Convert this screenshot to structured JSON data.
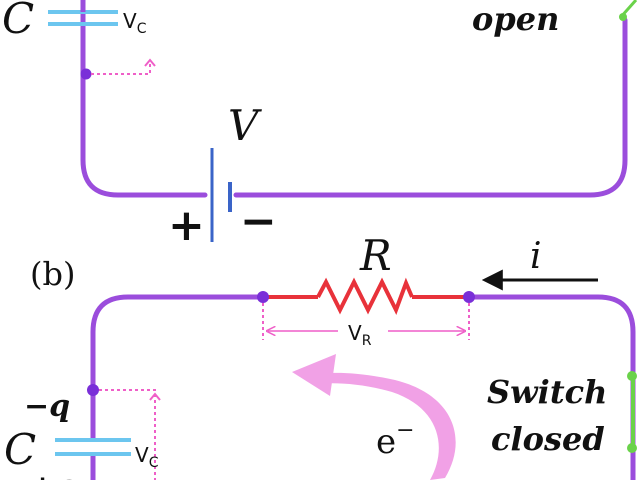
{
  "colors": {
    "wire": "#9b4ddc",
    "node": "#7a2fd8",
    "capacitor": "#6cc6ef",
    "battery": "#3a64c8",
    "resistor": "#e8323a",
    "voltage_marker": "#ef5fc8",
    "arrow_pink": "#f1a1e6",
    "switch": "#6ad24a",
    "text": "#111111"
  },
  "panel_a": {
    "capacitor_label": "C",
    "capacitor_voltage_label": "V",
    "capacitor_voltage_subscript": "C",
    "switch_label": "open",
    "battery_label": "V",
    "battery_plus": "+",
    "battery_minus": "−"
  },
  "panel_b": {
    "panel_label": "(b)",
    "resistor_label": "R",
    "resistor_voltage_label": "V",
    "resistor_voltage_subscript": "R",
    "current_label": "i",
    "charge_top_label": "−q",
    "capacitor_label": "C",
    "capacitor_voltage_label": "V",
    "capacitor_voltage_subscript": "C",
    "electron_label": "e",
    "electron_superscript": "−",
    "switch_label_line1": "Switch",
    "switch_label_line2": "closed",
    "charge_bottom_partial": "+q"
  }
}
